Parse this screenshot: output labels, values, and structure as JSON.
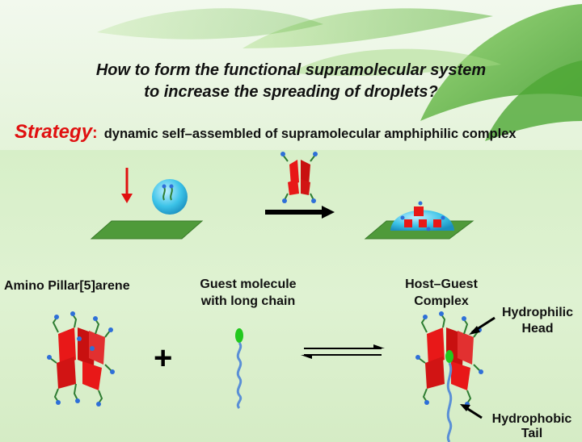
{
  "question": {
    "line1": "How  to  form the functional supramolecular system",
    "line2": "to increase the spreading of droplets?"
  },
  "strategy": {
    "label": "Strategy",
    "colon": ":",
    "text": "dynamic self–assembled of supramolecular amphiphilic complex"
  },
  "labels": {
    "host": "Amino Pillar[5]arene",
    "guest_line1": "Guest molecule",
    "guest_line2": "with long chain",
    "complex_line1": "Host–Guest",
    "complex_line2": "Complex",
    "head_line1": "Hydrophilic",
    "head_line2": "Head",
    "tail_line1": "Hydrophobic",
    "tail_line2": "Tail"
  },
  "symbols": {
    "plus": "+"
  },
  "colors": {
    "arrow_red": "#e01010",
    "droplet": "#3cc3e8",
    "surface": "#4f9a3a",
    "pillar": "#e81818",
    "amino_tip": "#2e6fd8",
    "chain": "#2e7d32",
    "guest_head": "#22c81e",
    "tail": "#5a8fd6"
  }
}
